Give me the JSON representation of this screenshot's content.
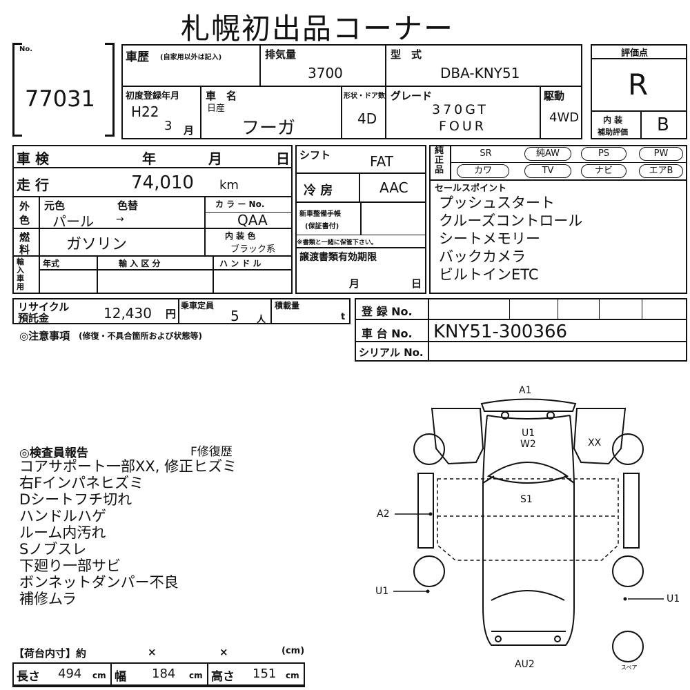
{
  "header": {
    "title": "札幌初出品コーナー"
  },
  "lot": {
    "no_label": "No.",
    "number": "77031"
  },
  "history": {
    "label": "車歴",
    "sub": "(自家用以外は記入)"
  },
  "displacement": {
    "label": "排気量",
    "value": "3700"
  },
  "model": {
    "label": "型　式",
    "value": "DBA-KNY51"
  },
  "first_reg": {
    "label": "初度登録年月",
    "era_year": "H22",
    "month": "3",
    "month_unit": "月"
  },
  "car_name": {
    "label": "車　名",
    "maker": "日産",
    "name": "フーガ"
  },
  "doors": {
    "label": "形状・ドア数",
    "value": "4D"
  },
  "grade": {
    "label": "グレード",
    "line1": "370GT",
    "line2": "FOUR"
  },
  "drive": {
    "label": "駆動",
    "value": "4WD"
  },
  "score": {
    "label": "評価点",
    "value": "R",
    "interior_label1": "内 装",
    "interior_label2": "補助評価",
    "interior_value": "B"
  },
  "inspection": {
    "label": "車 検",
    "year": "年",
    "month": "月",
    "day": "日"
  },
  "mileage": {
    "label": "走 行",
    "value": "74,010",
    "unit": "km"
  },
  "exterior": {
    "label1": "外",
    "label2": "色",
    "orig_label": "元色",
    "repaint_label": "色替",
    "orig_value": "パール",
    "arrow": "→",
    "code_label": "カ ラ ー No.",
    "code_value": "QAA"
  },
  "fuel": {
    "label1": "燃",
    "label2": "料",
    "value": "ガソリン",
    "interior_color_label": "内 装 色",
    "interior_color_value": "ブラック系"
  },
  "import": {
    "label": "輸入車用",
    "year_label": "年式",
    "class_label": "輸 入 区 分",
    "handle_label": "ハ ン ド ル"
  },
  "shift": {
    "label": "シフト",
    "value": "FAT"
  },
  "ac": {
    "label": "冷 房",
    "value": "AAC"
  },
  "manual": {
    "label1": "新車整備手帳",
    "label2": "(保証書付)",
    "note": "※書類と一緒に保管下さい。"
  },
  "transfer": {
    "label": "譲渡書類有効期限",
    "month": "月",
    "day": "日"
  },
  "equipment": {
    "side_label": "純正品",
    "row1": [
      "SR",
      "純AW",
      "PS",
      "PW"
    ],
    "row2": [
      "カワ",
      "TV",
      "ナビ",
      "エアB"
    ]
  },
  "sales_points": {
    "label": "セールスポイント",
    "items": [
      "プッシュスタート",
      "クルーズコントロール",
      "シートメモリー",
      "バックカメラ",
      "ビルトインETC"
    ]
  },
  "recycle": {
    "label1": "リサイクル",
    "label2": "預託金",
    "value": "12,430",
    "unit": "円"
  },
  "capacity": {
    "label": "乗車定員",
    "value": "5",
    "unit": "人"
  },
  "load": {
    "label": "積載量",
    "unit": "t"
  },
  "caution": {
    "label": "◎注意事項",
    "sub": "(修復・不具合箇所および状態等)"
  },
  "registration": {
    "label": "登 録 No."
  },
  "chassis": {
    "label": "車 台 No.",
    "value": "KNY51-300366"
  },
  "serial": {
    "label": "シリアル No."
  },
  "report": {
    "title": "◎検査員報告",
    "repair_history": "F修復歴",
    "lines": [
      "コアサポート一部XX, 修正ヒズミ",
      "右Fインパネヒズミ",
      "Dシートフチ切れ",
      "ハンドルハゲ",
      "ルーム内汚れ",
      "Sノブスレ",
      "下廻り一部サビ",
      "ボンネットダンパー不良",
      "補修ムラ"
    ]
  },
  "cargo": {
    "label": "【荷台内寸】約",
    "x1": "×",
    "x2": "×",
    "unit_cm": "(cm)",
    "length_label": "長さ",
    "length": "494",
    "width_label": "幅",
    "width": "184",
    "height_label": "高さ",
    "height": "151",
    "cm": "cm"
  },
  "diagram": {
    "a1": "A1",
    "u1w2_1": "U1",
    "u1w2_2": "W2",
    "xx": "XX",
    "s1": "S1",
    "a2": "A2",
    "u1_left": "U1",
    "u1_right": "U1",
    "au2": "AU2",
    "spare": "スペア"
  }
}
